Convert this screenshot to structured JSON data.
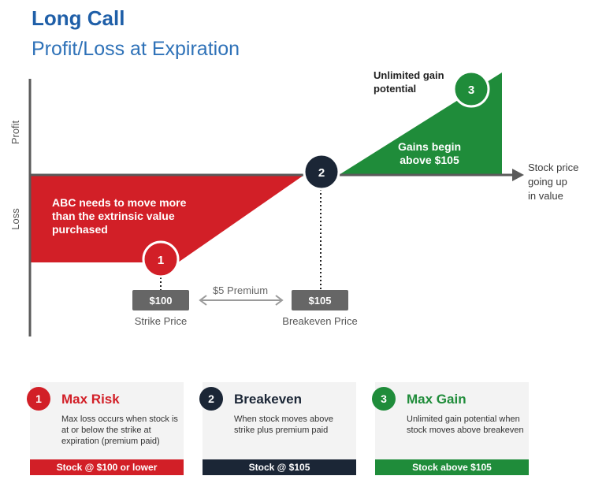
{
  "header": {
    "title": "Long Call",
    "subtitle": "Profit/Loss at Expiration"
  },
  "diagram": {
    "y_axis": {
      "profit_label": "Profit",
      "loss_label": "Loss"
    },
    "x_axis_label_lines": [
      "Stock price",
      "going up",
      "in value"
    ],
    "loss_zone_text_lines": [
      "ABC needs to move more",
      "than the extrinsic value",
      "purchased"
    ],
    "gain_zone_text_lines": [
      "Gains begin",
      "above $105"
    ],
    "unlimited_text_lines": [
      "Unlimited gain",
      "potential"
    ],
    "markers": [
      {
        "number": "1",
        "color": "#d21f27"
      },
      {
        "number": "2",
        "color": "#1b2636"
      },
      {
        "number": "3",
        "color": "#1f8c3a"
      }
    ],
    "strike": {
      "price": "$100",
      "caption": "Strike Price"
    },
    "breakeven": {
      "price": "$105",
      "caption": "Breakeven Price"
    },
    "premium_label": "$5 Premium",
    "colors": {
      "loss": "#d21f27",
      "gain": "#1f8c3a",
      "axis": "#5a5a5a",
      "price_box": "#666666"
    }
  },
  "cards": [
    {
      "number": "1",
      "title": "Max Risk",
      "description": "Max loss occurs when stock is at or below the strike at expiration (premium paid)",
      "footer": "Stock @ $100 or lower"
    },
    {
      "number": "2",
      "title": "Breakeven",
      "description": "When stock moves above strike plus premium paid",
      "footer": "Stock @ $105"
    },
    {
      "number": "3",
      "title": "Max Gain",
      "description": "Unlimited gain potential when stock moves above breakeven",
      "footer": "Stock above $105"
    }
  ]
}
